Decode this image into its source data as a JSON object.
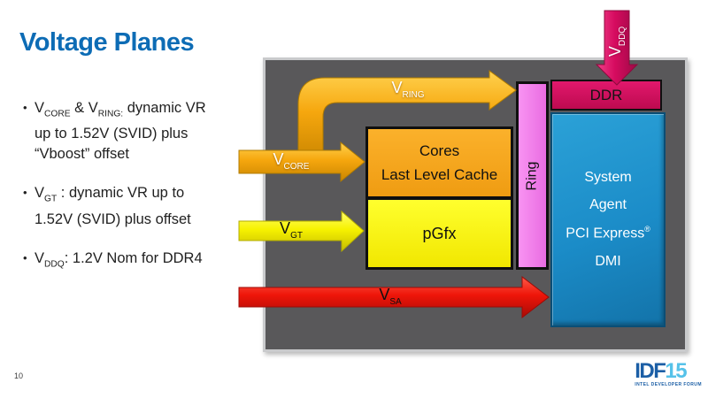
{
  "title": "Voltage Planes",
  "page_number": "10",
  "bullet_char": "•",
  "bullets": [
    {
      "segments": [
        {
          "t": "text",
          "v": "V"
        },
        {
          "t": "sub",
          "v": "CORE"
        },
        {
          "t": "text",
          "v": " & V"
        },
        {
          "t": "sub",
          "v": "RING:"
        },
        {
          "t": "text",
          "v": " dynamic VR"
        },
        {
          "t": "br"
        },
        {
          "t": "text",
          "v": "up to 1.52V (SVID) plus"
        },
        {
          "t": "br"
        },
        {
          "t": "text",
          "v": "“Vboost” offset"
        }
      ]
    },
    {
      "segments": [
        {
          "t": "text",
          "v": "V"
        },
        {
          "t": "sub",
          "v": "GT"
        },
        {
          "t": "text",
          "v": " : dynamic VR up to"
        },
        {
          "t": "br"
        },
        {
          "t": "text",
          "v": "1.52V (SVID) plus offset"
        }
      ]
    },
    {
      "segments": [
        {
          "t": "text",
          "v": "V"
        },
        {
          "t": "sub",
          "v": "DDQ"
        },
        {
          "t": "text",
          "v": ": 1.2V Nom for DDR4"
        }
      ]
    }
  ],
  "diagram": {
    "cores_box": {
      "line1": "Cores",
      "line2": "Last Level Cache"
    },
    "pgfx_box": {
      "label": "pGfx"
    },
    "ring_box": {
      "label": "Ring"
    },
    "ddr_box": {
      "label": "DDR"
    },
    "system_agent_box": {
      "line1": "System",
      "line2": "Agent",
      "line3_segments": [
        {
          "t": "text",
          "v": "PCI Express"
        },
        {
          "t": "sup",
          "v": "®"
        }
      ],
      "line4": "DMI"
    },
    "arrow_labels": {
      "vring": {
        "segments": [
          {
            "t": "text",
            "v": "V"
          },
          {
            "t": "sub",
            "v": "RING"
          }
        ]
      },
      "vcore": {
        "segments": [
          {
            "t": "text",
            "v": "V"
          },
          {
            "t": "sub",
            "v": "CORE"
          }
        ]
      },
      "vgt": {
        "segments": [
          {
            "t": "text",
            "v": "V"
          },
          {
            "t": "sub",
            "v": "GT"
          }
        ]
      },
      "vsa": {
        "segments": [
          {
            "t": "text",
            "v": "V"
          },
          {
            "t": "sub",
            "v": "SA"
          }
        ]
      },
      "vddq": {
        "segments": [
          {
            "t": "text",
            "v": "V"
          },
          {
            "t": "sub",
            "v": "DDQ"
          }
        ]
      }
    }
  },
  "footer": {
    "logo": {
      "idf": "IDF",
      "year": "15",
      "tagline": "INTEL DEVELOPER FORUM"
    }
  },
  "colors": {
    "title_blue": "#0d6cb5",
    "panel_gray": "#59585a",
    "panel_border": "#c9cacc",
    "amber_arrow": "#f6a70e",
    "cores_orange": "#f5a41e",
    "yellow": "#f8ef00",
    "red": "#ee1509",
    "crimson": "#d60b5f",
    "ring_pink": "#ef7fe9",
    "system_agent_blue": "#1e93d0",
    "idf_dark_blue": "#1c5fa6",
    "idf_light_blue": "#56c2e9"
  }
}
